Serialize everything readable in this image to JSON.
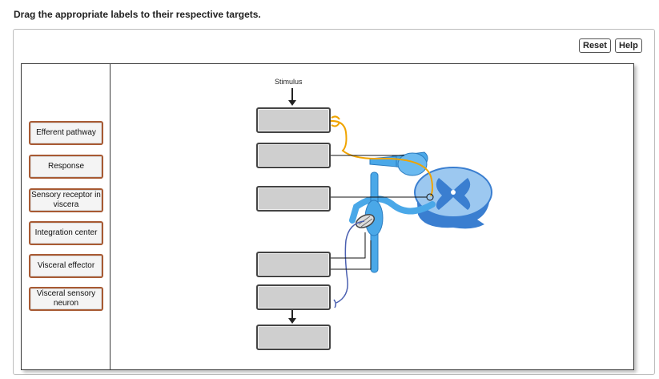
{
  "instruction": "Drag the appropriate labels to their respective targets.",
  "toolbar": {
    "reset_label": "Reset",
    "help_label": "Help"
  },
  "labels": [
    "Efferent pathway",
    "Response",
    "Sensory receptor in viscera",
    "Integration center",
    "Visceral effector",
    "Visceral sensory neuron"
  ],
  "diagram": {
    "stimulus_label": "Stimulus"
  },
  "colors": {
    "label_border": "#a85a33",
    "target_fill": "#cfcfcf",
    "nerve_blue": "#4aa8e8",
    "sensory_orange": "#f0a400",
    "visceral_navy": "#4a5fb0"
  }
}
